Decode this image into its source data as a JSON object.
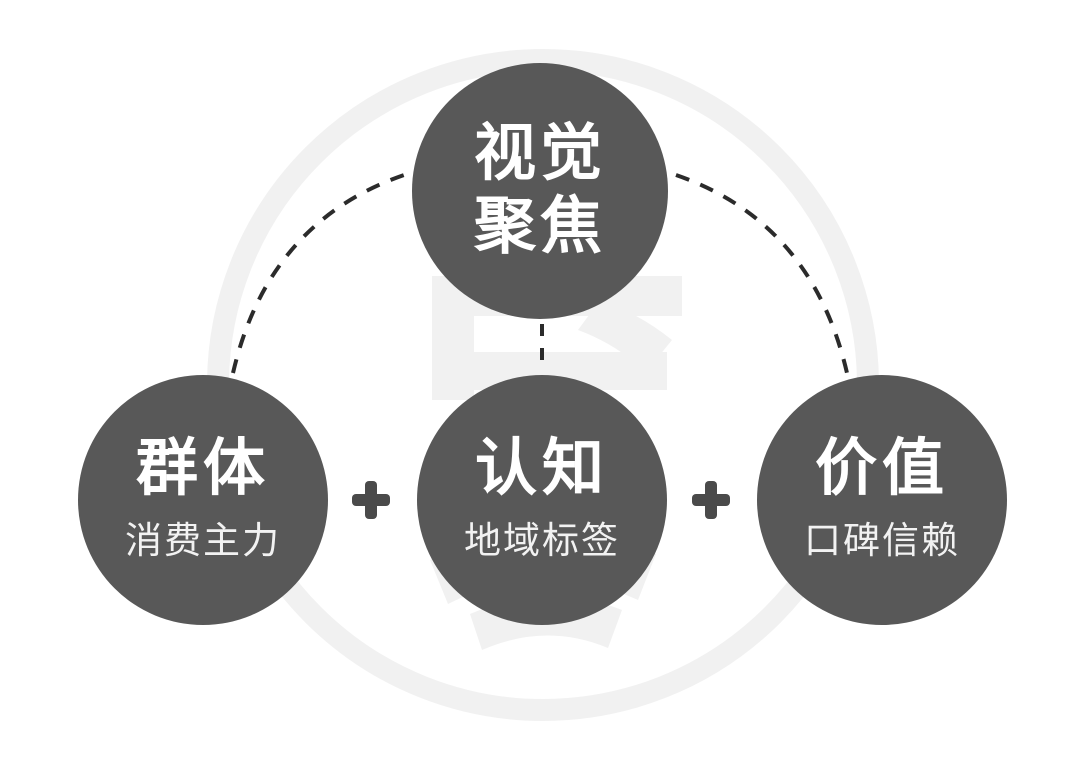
{
  "diagram": {
    "background_color": "#ffffff",
    "node_color": "#585858",
    "text_color": "#ffffff",
    "connector_color": "#2b2b2b",
    "watermark_color": "#f0f0f0",
    "nodes": [
      {
        "id": "visual-focus",
        "position": "top",
        "title_line_1": "视觉",
        "title_line_2": "聚焦",
        "subtitle": ""
      },
      {
        "id": "group",
        "position": "bottom-left",
        "title": "群体",
        "subtitle": "消费主力"
      },
      {
        "id": "cognition",
        "position": "bottom-center",
        "title": "认知",
        "subtitle": "地域标签"
      },
      {
        "id": "value",
        "position": "bottom-right",
        "title": "价值",
        "subtitle": "口碑信赖"
      }
    ],
    "operators": [
      {
        "id": "plus-1",
        "symbol": "+"
      },
      {
        "id": "plus-2",
        "symbol": "+"
      }
    ],
    "connectors": [
      {
        "id": "arc-left",
        "from": "group",
        "to": "visual-focus",
        "style": "dashed-arc"
      },
      {
        "id": "arc-right",
        "from": "visual-focus",
        "to": "value",
        "style": "dashed-arc"
      },
      {
        "id": "line-center",
        "from": "visual-focus",
        "to": "cognition",
        "style": "dashed-line"
      }
    ]
  }
}
